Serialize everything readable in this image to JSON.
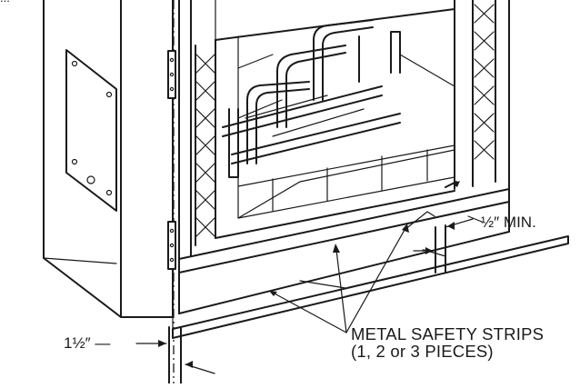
{
  "labels": {
    "top_fragment": "...",
    "strips_line1": "METAL SAFETY STRIPS",
    "strips_line2": "(1, 2 or 3 PIECES)",
    "min_clearance": "½″ MIN.",
    "side_clearance": "1½″ —"
  },
  "colors": {
    "ink": "#1a1a1a",
    "paper": "#ffffff"
  }
}
